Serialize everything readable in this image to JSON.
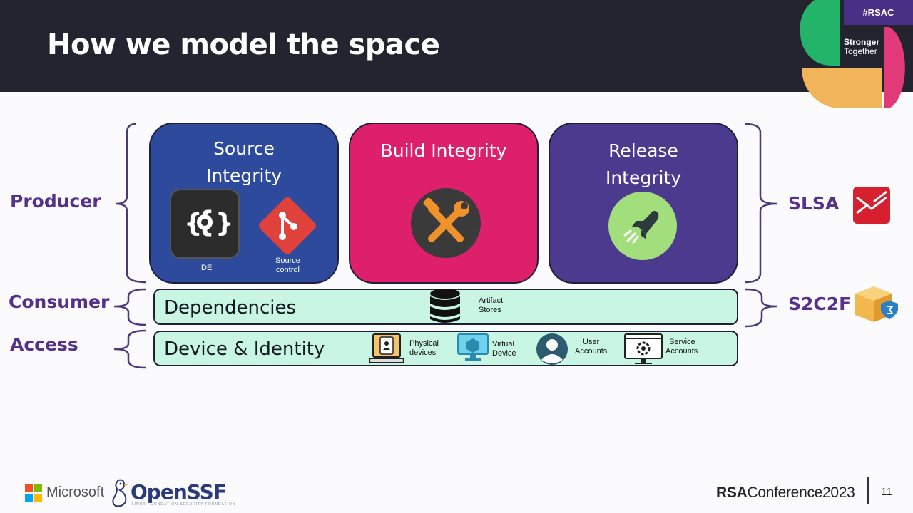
{
  "slide": {
    "title": "How we model the space",
    "page_number": "11"
  },
  "branding": {
    "tag": "#RSAC",
    "stronger": "Stronger",
    "together": "Together",
    "microsoft": "Microsoft",
    "openssf": "OpenSSF",
    "openssf_tagline": "LINUX FOUNDATION SECURITY FOUNDATION",
    "conference_rsa": "RSA",
    "conference_rest": "Conference",
    "conference_year": "2023"
  },
  "layers": {
    "producer": "Producer",
    "consumer": "Consumer",
    "access": "Access"
  },
  "cards": {
    "source": {
      "title_line1": "Source",
      "title_line2": "Integrity",
      "ide_label": "IDE",
      "sc_line1": "Source",
      "sc_line2": "control",
      "color": "#2e4a9c"
    },
    "build": {
      "title": "Build Integrity",
      "color": "#dd1f6c"
    },
    "release": {
      "title_line1": "Release",
      "title_line2": "Integrity",
      "color": "#4c3a8f"
    }
  },
  "bands": {
    "dependencies": {
      "label": "Dependencies",
      "artifact_line1": "Artifact",
      "artifact_line2": "Stores"
    },
    "device": {
      "label": "Device & Identity",
      "items": [
        {
          "line1": "Physical",
          "line2": "devices",
          "icon": "physical-device-icon"
        },
        {
          "line1": "Virtual",
          "line2": "Device",
          "icon": "virtual-device-icon"
        },
        {
          "line1": "User",
          "line2": "Accounts",
          "icon": "user-account-icon"
        },
        {
          "line1": "Service",
          "line2": "Accounts",
          "icon": "service-account-icon"
        }
      ]
    },
    "color": "#c8f6e3"
  },
  "standards": {
    "slsa": "SLSA",
    "s2c2f": "S2C2F"
  },
  "colors": {
    "header": "#232430",
    "label_purple": "#55318a"
  }
}
